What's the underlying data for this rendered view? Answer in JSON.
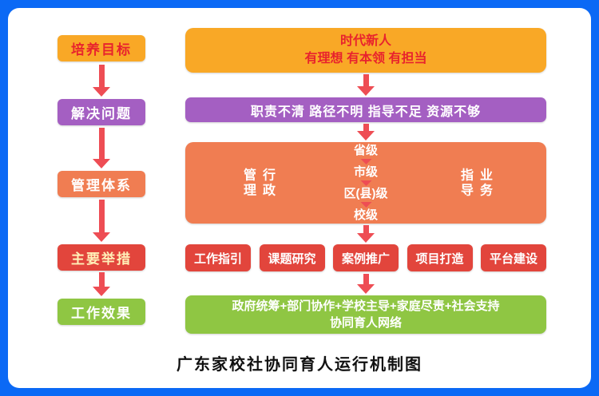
{
  "title": "广东家校社协同育人运行机制图",
  "left_steps": [
    "培养目标",
    "解决问题",
    "管理体系",
    "主要举措",
    "工作效果"
  ],
  "goal_box": {
    "line1": "时代新人",
    "line2": "有理想 有本领 有担当"
  },
  "problem_box": {
    "text": "职责不清 路径不明 指导不足 资源不够"
  },
  "management_box": {
    "left_vertical": "行政管理",
    "right_vertical": "业务指导",
    "levels": [
      "省级",
      "市级",
      "区(县)级",
      "校级"
    ]
  },
  "measures": [
    "工作指引",
    "课题研究",
    "案例推广",
    "项目打造",
    "平台建设"
  ],
  "effect_box": {
    "line1": "政府统筹+部门协作+学校主导+家庭尽责+社会支持",
    "line2": "协同育人网络"
  },
  "colors": {
    "frame": "#0b69f5",
    "canvas": "#ffffff",
    "goal": "#f9a826",
    "goal-text": "#e8232d",
    "problem": "#a45fc2",
    "management": "#f07d52",
    "measure": "#e2453c",
    "measure-text": "#fff0b8",
    "effect": "#8fc643",
    "arrow": "#ee4d54",
    "title-text": "#111111"
  }
}
